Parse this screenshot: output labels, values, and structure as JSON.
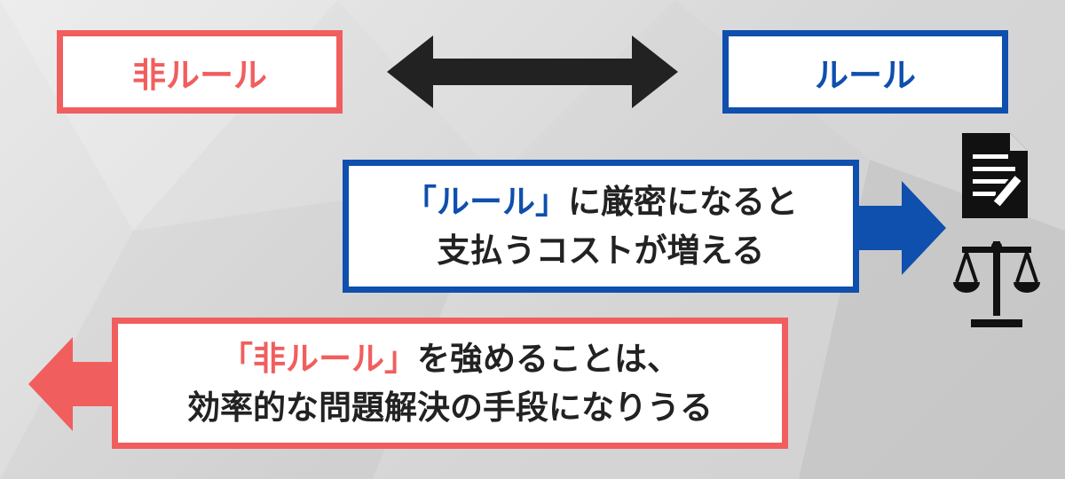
{
  "colors": {
    "red": "#f15e5e",
    "blue": "#0f4fad",
    "dark": "#222222",
    "white": "#ffffff"
  },
  "top": {
    "left_label": "非ルール",
    "right_label": "ルール"
  },
  "strict_box": {
    "line1_quote_open": "「",
    "line1_highlight": "ルール",
    "line1_quote_close": "」",
    "line1_rest": "に厳密になると",
    "line2": "支払うコストが増える"
  },
  "nonrule_box": {
    "line1_quote_open": "「",
    "line1_highlight": "非ルール",
    "line1_quote_close": "」",
    "line1_rest": "を強めることは、",
    "line2": "効率的な問題解決の手段になりうる"
  },
  "icons": {
    "top_arrow": "double-headed-arrow-icon",
    "right_arrow": "right-arrow-icon",
    "left_arrow": "left-arrow-icon",
    "document": "document-pen-icon",
    "scales": "scales-of-justice-icon"
  }
}
